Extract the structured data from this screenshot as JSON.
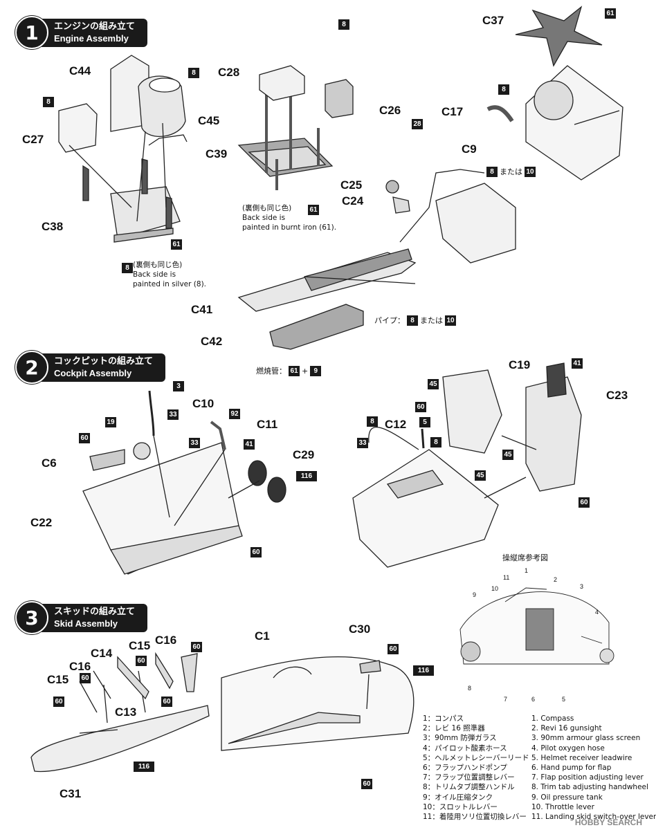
{
  "steps": [
    {
      "num": "1",
      "jp": "エンジンの組み立て",
      "en": "Engine Assembly"
    },
    {
      "num": "2",
      "jp": "コックピットの組み立て",
      "en": "Cockpit Assembly"
    },
    {
      "num": "3",
      "jp": "スキッドの組み立て",
      "en": "Skid Assembly"
    }
  ],
  "part_labels": {
    "C44": "C44",
    "C45": "C45",
    "C27": "C27",
    "C38": "C38",
    "C28": "C28",
    "C39": "C39",
    "C26": "C26",
    "C37": "C37",
    "C17": "C17",
    "C9": "C9",
    "C25": "C25",
    "C24": "C24",
    "C41": "C41",
    "C42": "C42",
    "C10": "C10",
    "C11": "C11",
    "C6": "C6",
    "C22": "C22",
    "C29": "C29",
    "C12": "C12",
    "C19": "C19",
    "C23": "C23",
    "C1": "C1",
    "C30": "C30",
    "C14": "C14",
    "C15a": "C15",
    "C15b": "C15",
    "C16a": "C16",
    "C16b": "C16",
    "C13": "C13",
    "C31": "C31"
  },
  "paint_codes": [
    "8",
    "61",
    "28",
    "10",
    "9",
    "3",
    "33",
    "92",
    "41",
    "19",
    "60",
    "116",
    "45",
    "5"
  ],
  "notes": {
    "c38_jp": "(裏側も同じ色)",
    "c38_en1": "Back side is",
    "c38_en2": "painted in silver (8).",
    "c39_jp": "(裏側も同じ色)",
    "c39_en1": "Back side is",
    "c39_en2": "painted in burnt iron (61).",
    "or": "または",
    "pipe": "パイプ：",
    "fuel": "燃焼管：",
    "plus": "+"
  },
  "reference": {
    "title": "操縦席参考図",
    "numbers": [
      "1",
      "2",
      "3",
      "4",
      "5",
      "6",
      "7",
      "8",
      "9",
      "10",
      "11"
    ]
  },
  "legend_jp": [
    "1：コンパス",
    "2：レビ 16 照準器",
    "3：90mm 防弾ガラス",
    "4：パイロット酸素ホース",
    "5：ヘルメットレシーバーリード",
    "6：フラップハンドポンプ",
    "7：フラップ位置調整レバー",
    "8：トリムタブ調整ハンドル",
    "9：オイル圧縮タンク",
    "10：スロットルレバー",
    "11：着陸用ソリ位置切換レバー"
  ],
  "legend_en": [
    "1. Compass",
    "2. Revi 16 gunsight",
    "3. 90mm armour glass screen",
    "4. Pilot oxygen hose",
    "5. Helmet receiver leadwire",
    "6. Hand pump for flap",
    "7. Flap position adjusting lever",
    "8. Trim tab adjusting handwheel",
    "9. Oil pressure tank",
    "10. Throttle lever",
    "11. Landing skid switch-over lever"
  ],
  "watermark": "HOBBY SEARCH"
}
